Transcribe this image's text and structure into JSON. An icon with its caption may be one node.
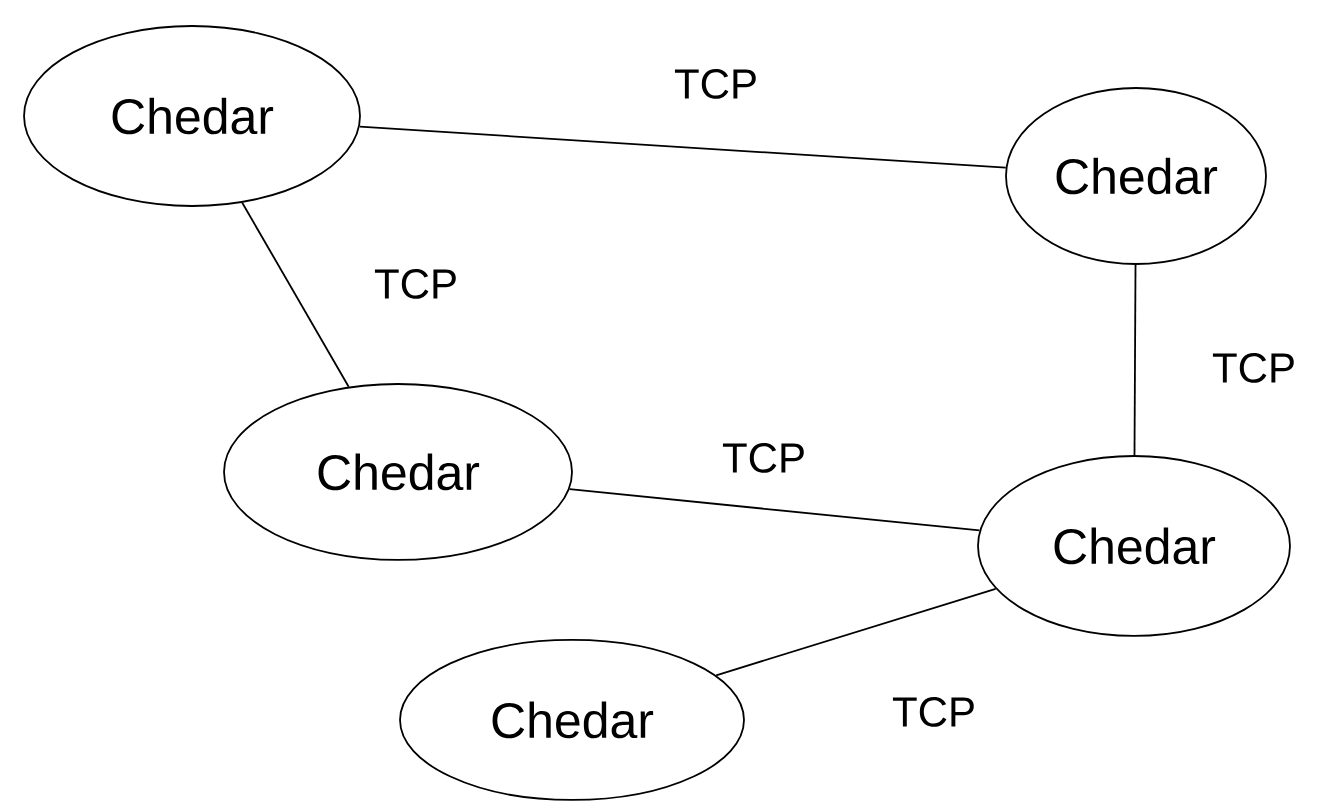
{
  "diagram": {
    "nodes": [
      {
        "text": [
          "Chedar"
        ]
      },
      {
        "text": [
          "Chedar"
        ]
      },
      {
        "text": [
          "Chedar"
        ]
      },
      {
        "text": [
          "Chedar"
        ]
      },
      {
        "text": [
          "Chedar"
        ]
      }
    ],
    "edges": [
      {
        "from": 0,
        "to": 1,
        "arrow": "none",
        "label": "TCP"
      },
      {
        "from": 0,
        "to": 2,
        "arrow": "none",
        "label": "TCP"
      },
      {
        "from": 1,
        "to": 3,
        "arrow": "none",
        "label": "TCP"
      },
      {
        "from": 2,
        "to": 3,
        "arrow": "none",
        "label": "TCP"
      },
      {
        "from": 3,
        "to": 4,
        "arrow": "none",
        "label": "TCP"
      }
    ]
  }
}
